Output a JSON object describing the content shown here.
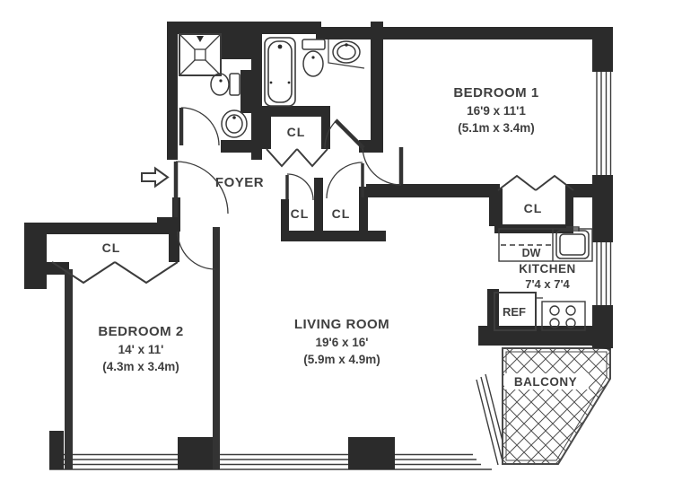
{
  "rooms": {
    "bedroom1": {
      "label": "BEDROOM 1",
      "dims_ft": "16'9 x 11'1",
      "dims_m": "(5.1m x 3.4m)"
    },
    "bedroom2": {
      "label": "BEDROOM 2",
      "dims_ft": "14' x 11'",
      "dims_m": "(4.3m x 3.4m)"
    },
    "living_room": {
      "label": "LIVING ROOM",
      "dims_ft": "19'6 x 16'",
      "dims_m": "(5.9m x 4.9m)"
    },
    "kitchen": {
      "label": "KITCHEN",
      "dims_ft": "7'4 x 7'4"
    },
    "foyer": {
      "label": "FOYER"
    },
    "balcony": {
      "label": "BALCONY"
    }
  },
  "closets": {
    "hall": "CL",
    "foyer_left": "CL",
    "foyer_right": "CL",
    "bedroom1": "CL",
    "bedroom2": "CL"
  },
  "appliances": {
    "dishwasher": "DW",
    "refrigerator": "REF"
  },
  "colors": {
    "wall": "#2b2b2b",
    "line": "#3c3c3c",
    "text": "#3f3f3f",
    "paper": "#ffffff"
  }
}
